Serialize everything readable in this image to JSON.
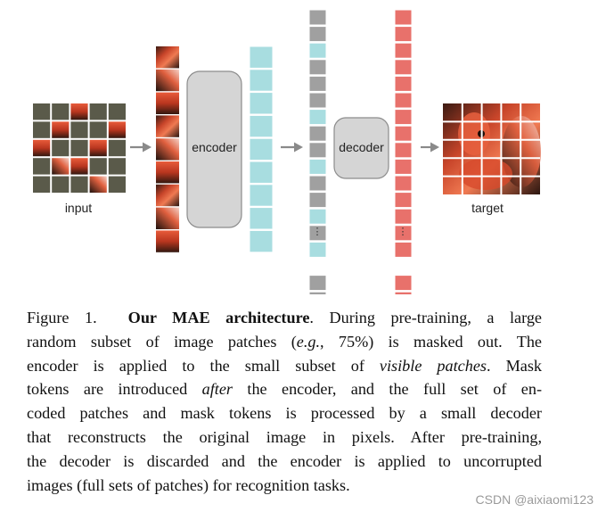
{
  "diagram": {
    "input_label": "input",
    "encoder_label": "encoder",
    "decoder_label": "decoder",
    "target_label": "target",
    "ellipsis": "⋮",
    "colors": {
      "encoded_token": "#a8dde0",
      "mask_token": "#a0a0a0",
      "decoder_token": "#e8716b",
      "block_fill": "#d5d5d5",
      "block_stroke": "#8c8c8c",
      "masked_patch": "#5a5a4a",
      "arrow": "#8a8a8a"
    }
  },
  "caption": {
    "figure_label": "Figure 1.",
    "title": "Our MAE architecture",
    "text_1": ". During pre-training, a large",
    "text_2": "random subset of image patches (",
    "eg": "e.g.",
    "text_3": ", 75%) is masked out. The",
    "text_4": "encoder is applied to the small subset of ",
    "visible": "visible patches",
    "text_5": ". Mask",
    "text_6": "tokens are introduced ",
    "after": "after",
    "text_7": " the encoder, and the full set of en-",
    "text_8": "coded patches and mask tokens is processed by a small decoder",
    "text_9": "that reconstructs the original image in pixels. After pre-training,",
    "text_10": "the decoder is discarded and the encoder is applied to uncorrupted",
    "text_11": "images (full sets of patches) for recognition tasks."
  },
  "watermark": "CSDN @aixiaomi123"
}
